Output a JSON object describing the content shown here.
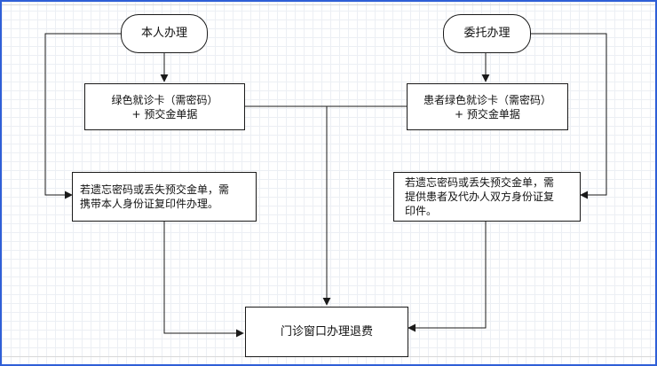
{
  "nodes": {
    "self": "本人办理",
    "delegate": "委托办理",
    "self_card": "绿色就诊卡（需密码）\n+ 预交金单据",
    "delegate_card": "患者绿色就诊卡（需密码）\n+ 预交金单据",
    "self_lost": "若遗忘密码或丢失预交金单，需\n携带本人身份证复印件办理。",
    "delegate_lost": "若遗忘密码或丢失预交金单，需\n提供患者及代办人双方身份证复\n印件。",
    "refund": "门诊窗口办理退费"
  },
  "colors": {
    "frame_border": "#2f5fd7",
    "line": "#1a1a1a",
    "box_fill": "#ffffff"
  }
}
